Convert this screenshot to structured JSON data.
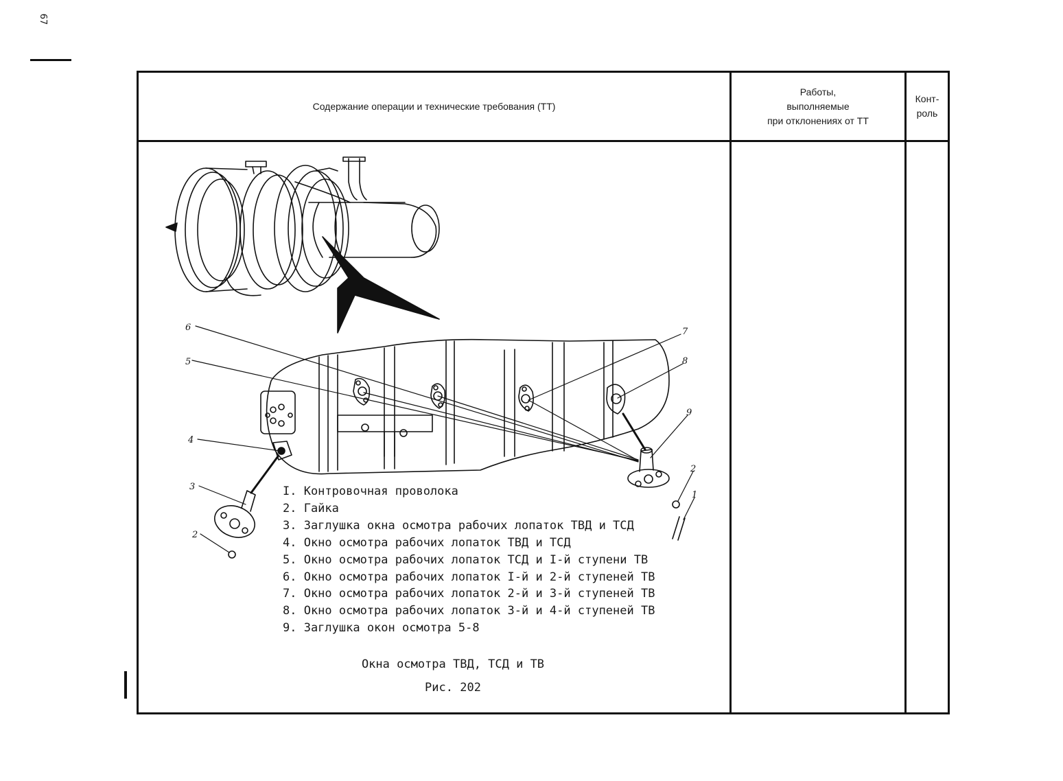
{
  "page": {
    "number": "67"
  },
  "table": {
    "header": {
      "operations": "Содержание операции и технические требования (ТТ)",
      "deviations": "Работы,\nвыполняемые\nпри отклонениях от ТТ",
      "control": "Конт-\nроль"
    }
  },
  "figure": {
    "callouts": [
      "1",
      "2",
      "3",
      "4",
      "5",
      "6",
      "7",
      "8",
      "9"
    ],
    "legend": [
      "I. Контровочная проволока",
      "2. Гайка",
      "3. Заглушка окна осмотра рабочих лопаток ТВД и ТСД",
      "4. Окно осмотра рабочих лопаток ТВД и ТСД",
      "5. Окно осмотра рабочих лопаток ТСД и I-й ступени ТВ",
      "6. Окно осмотра рабочих лопаток I-й и 2-й ступеней ТВ",
      "7. Окно осмотра рабочих лопаток 2-й и 3-й ступеней ТВ",
      "8. Окно осмотра рабочих лопаток 3-й и 4-й ступеней ТВ",
      "9. Заглушка окон осмотра 5-8"
    ],
    "title": "Окна осмотра ТВД, ТСД и ТВ",
    "number": "Рис. 202"
  }
}
